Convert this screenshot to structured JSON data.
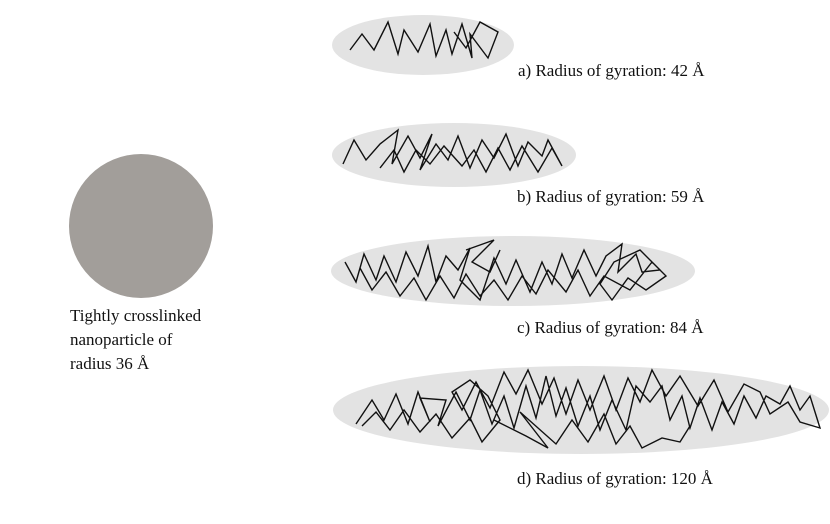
{
  "nanoparticle": {
    "caption_lines": [
      "Tightly crosslinked",
      "nanoparticle of",
      "radius 36 Å"
    ],
    "fill_color": "#a29e9a"
  },
  "coils": [
    {
      "id": "a",
      "label": "a) Radius of gyration: 42 Å"
    },
    {
      "id": "b",
      "label": "b) Radius of gyration: 59 Å"
    },
    {
      "id": "c",
      "label": "c) Radius of gyration: 84 Å"
    },
    {
      "id": "d",
      "label": "d) Radius of gyration: 120 Å"
    }
  ],
  "colors": {
    "envelope": "#e3e3e3",
    "chain": "#111111"
  }
}
